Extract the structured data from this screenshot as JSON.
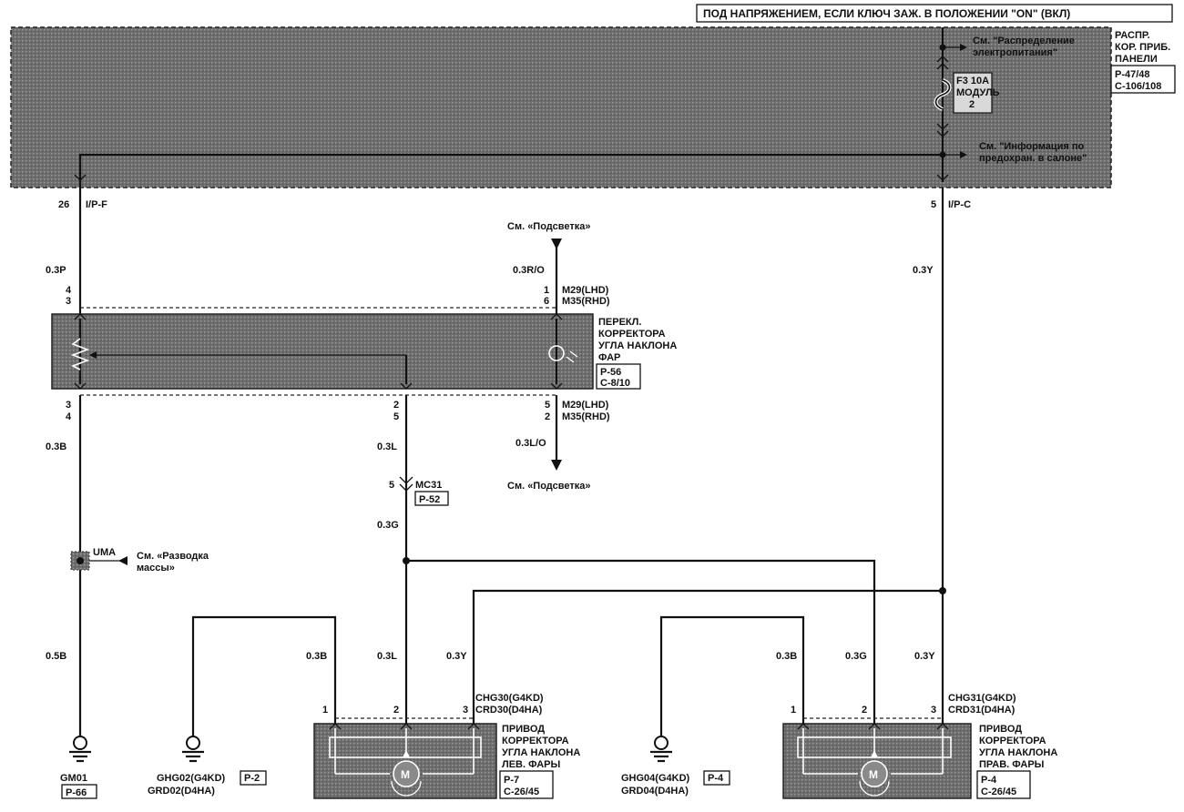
{
  "header": {
    "power_note": "ПОД НАПРЯЖЕНИЕМ, ЕСЛИ КЛЮЧ ЗАЖ. В ПОЛОЖЕНИИ \"ON\" (ВКЛ)"
  },
  "fuse_box": {
    "name_lines": [
      "РАСПР.",
      "КОР. ПРИБ.",
      "ПАНЕЛИ"
    ],
    "refs": [
      "P-47/48",
      "C-106/108"
    ],
    "see_power": [
      "См. \"Распределение",
      "электропитания\""
    ],
    "see_fuse_info": [
      "См. \"Информация по",
      "предохран. в салоне\""
    ],
    "fuse_lines": [
      "F3 10A",
      "МОДУЛЬ",
      "2"
    ],
    "pin_left": "26",
    "conn_left": "I/P-F",
    "pin_right": "5",
    "conn_right": "I/P-C"
  },
  "wires": {
    "w03P": "0.3P",
    "w03RO": "0.3R/O",
    "w03Y_top": "0.3Y",
    "w03B": "0.3B",
    "w03L": "0.3L",
    "w03LO": "0.3L/O",
    "w03G": "0.3G",
    "w05B": "0.5B",
    "w_left_B": "0.3B",
    "w_left_L": "0.3L",
    "w_left_Y": "0.3Y",
    "w_right_B": "0.3B",
    "w_right_G": "0.3G",
    "w_right_Y": "0.3Y"
  },
  "backlight": {
    "see_top": "См. «Подсветка»",
    "see_bottom": "См. «Подсветка»"
  },
  "switch": {
    "name_lines": [
      "ПЕРЕКЛ.",
      "КОРРЕКТОРА",
      "УГЛА НАКЛОНА",
      "ФАР"
    ],
    "refs": [
      "P-56",
      "C-8/10"
    ],
    "top_left_pins": [
      "4",
      "3"
    ],
    "top_right_pins": [
      "1",
      "6"
    ],
    "top_right_conns": [
      "M29(LHD)",
      "M35(RHD)"
    ],
    "bot_left_pins": [
      "3",
      "4"
    ],
    "bot_mid_pins": [
      "2",
      "5"
    ],
    "bot_right_pins": [
      "5",
      "2"
    ],
    "bot_right_conns": [
      "M29(LHD)",
      "M35(RHD)"
    ]
  },
  "mc31": {
    "pin": "5",
    "name": "MC31",
    "ref": "P-52"
  },
  "ground_uma": {
    "name": "UMA",
    "see": [
      "См. «Разводка",
      "массы»"
    ]
  },
  "grounds": {
    "gm01": {
      "name": "GM01",
      "ref": "P-66"
    },
    "ghg02": {
      "line1": "GHG02(G4KD)",
      "ref": "P-2",
      "line2": "GRD02(D4HA)"
    },
    "ghg04": {
      "line1": "GHG04(G4KD)",
      "ref": "P-4",
      "line2": "GRD04(D4HA)"
    }
  },
  "left_actuator": {
    "conns": [
      "CHG30(G4KD)",
      "CRD30(D4HA)"
    ],
    "name_lines": [
      "ПРИВОД",
      "КОРРЕКТОРА",
      "УГЛА НАКЛОНА",
      "ЛЕВ. ФАРЫ"
    ],
    "refs": [
      "P-7",
      "C-26/45"
    ],
    "pins": [
      "1",
      "2",
      "3"
    ],
    "motor": "M"
  },
  "right_actuator": {
    "conns": [
      "CHG31(G4KD)",
      "CRD31(D4HA)"
    ],
    "name_lines": [
      "ПРИВОД",
      "КОРРЕКТОРА",
      "УГЛА НАКЛОНА",
      "ПРАВ. ФАРЫ"
    ],
    "refs": [
      "P-4",
      "C-26/45"
    ],
    "pins": [
      "1",
      "2",
      "3"
    ],
    "motor": "M"
  }
}
